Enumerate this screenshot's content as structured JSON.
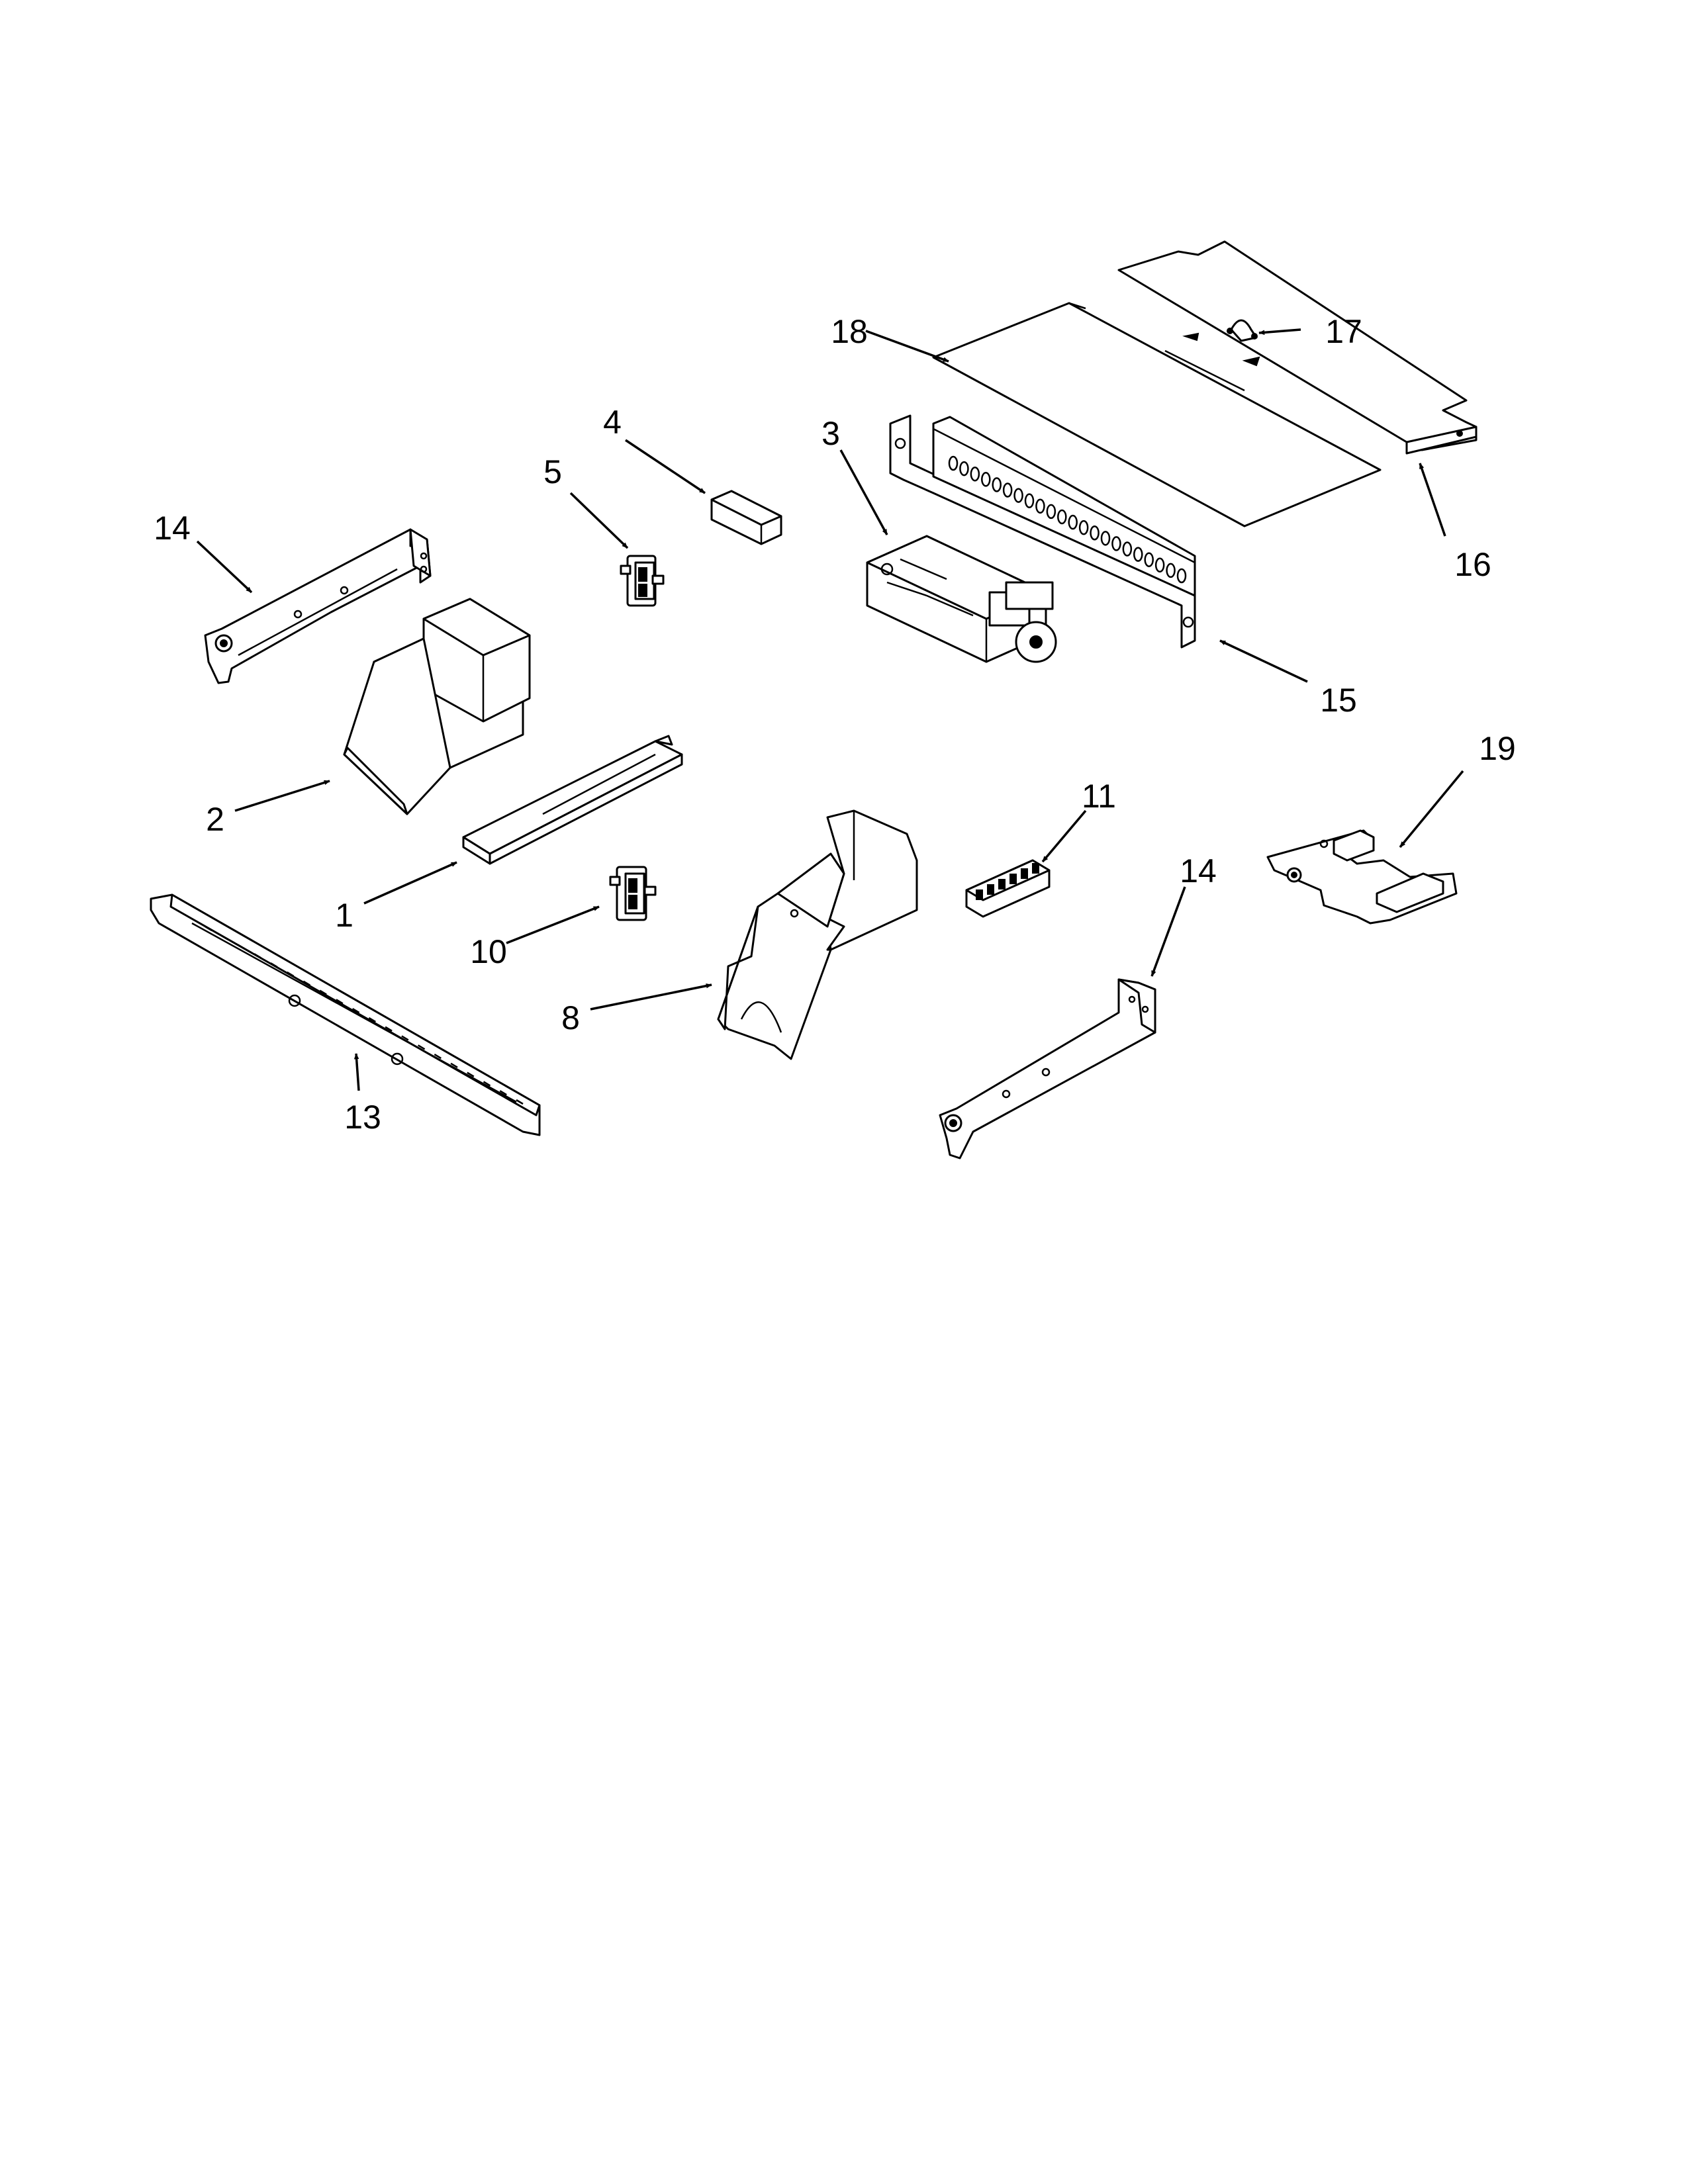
{
  "callouts": {
    "c1": "1",
    "c2": "2",
    "c3": "3",
    "c4": "4",
    "c5": "5",
    "c8": "8",
    "c10": "10",
    "c11": "11",
    "c13": "13",
    "c14a": "14",
    "c14b": "14",
    "c15": "15",
    "c16": "16",
    "c17": "17",
    "c18": "18",
    "c19": "19"
  }
}
